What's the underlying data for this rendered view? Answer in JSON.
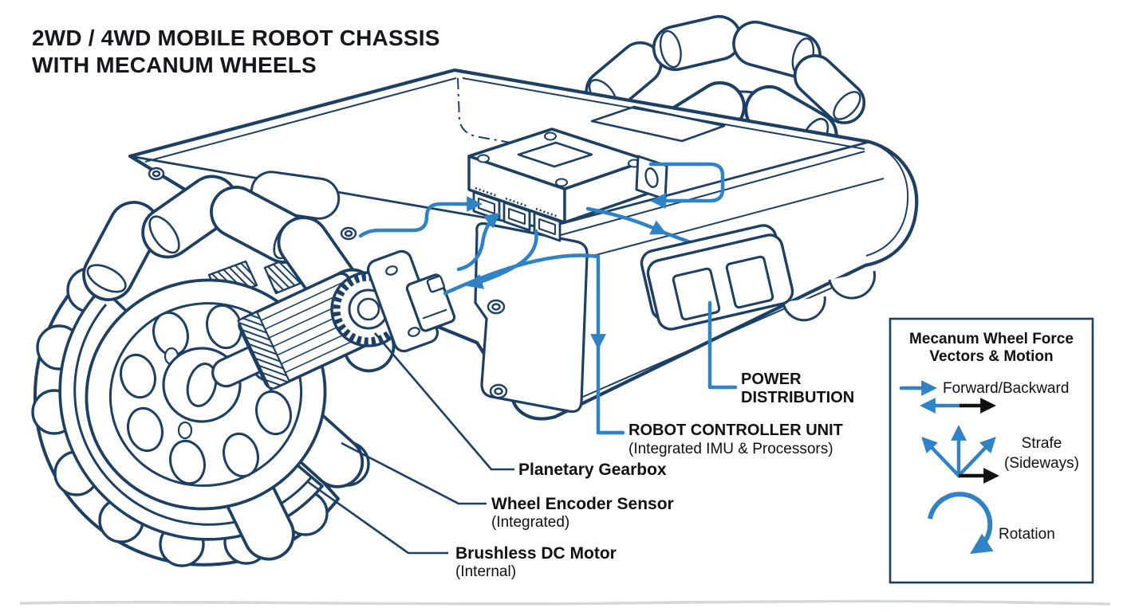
{
  "title": {
    "line1": "2WD / 4WD MOBILE ROBOT CHASSIS",
    "line2": "WITH MECANUM WHEELS"
  },
  "callouts": {
    "power_distribution": {
      "line1": "POWER",
      "line2": "DISTRIBUTION"
    },
    "robot_controller": {
      "line1": "ROBOT CONTROLLER UNIT",
      "line2": "(Integrated IMU & Processors)"
    },
    "planetary_gearbox": {
      "label": "Planetary Gearbox"
    },
    "wheel_encoder": {
      "line1": "Wheel Encoder Sensor",
      "line2": "(Integrated)"
    },
    "brushless_motor": {
      "line1": "Brushless DC Motor",
      "line2": "(Internal)"
    }
  },
  "legend": {
    "title": {
      "line1": "Mecanum Wheel Force",
      "line2": "Vectors & Motion"
    },
    "items": [
      {
        "icon": "forward-backward-arrows",
        "label": "Forward/Backward"
      },
      {
        "icon": "strafe-arrows",
        "line1": "Strafe",
        "line2": "(Sideways)"
      },
      {
        "icon": "rotation-arrow",
        "label": "Rotation"
      }
    ]
  },
  "colors": {
    "outline_navy": "#1c3f66",
    "wire_blue": "#2f82c6",
    "text_black": "#111111",
    "background": "#ffffff",
    "ground": "#d4d7da"
  }
}
